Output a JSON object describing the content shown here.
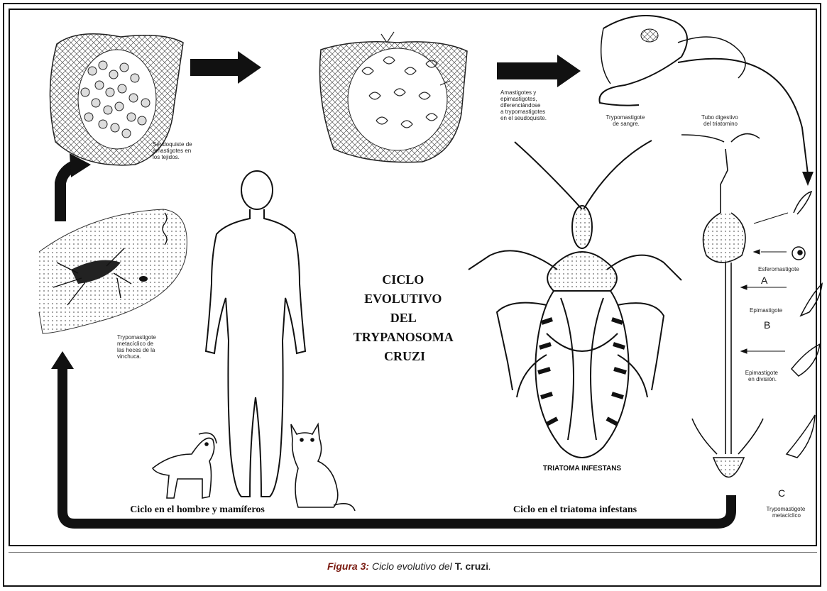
{
  "title_lines": [
    "CICLO",
    "EVOLUTIVO",
    "DEL",
    "TRYPANOSOMA",
    "CRUZI"
  ],
  "labels": {
    "seudoquiste": [
      "Seudoquiste de",
      "amastigotes en",
      "los tejidos."
    ],
    "amastigotes_diff": [
      "Amastigotes y",
      "epimastigotes,",
      "diferenciándose",
      "a trypomastigotes",
      "en el seudoquiste."
    ],
    "trypo_sangre": [
      "Trypomastigote",
      "de sangre."
    ],
    "tubo_digestivo": [
      "Tubo digestivo",
      "del triatomino"
    ],
    "trypo_heces": [
      "Trypomastigote",
      "metacíclico de",
      "las heces de la",
      "vinchuca."
    ],
    "esferomastigote": "Esferomastigote",
    "epimastigote": "Epimastigote",
    "epimastigote_div": [
      "Epimastigote",
      "en división."
    ],
    "trypo_metaciclico": [
      "Trypomastigote",
      "metacíclico"
    ],
    "triatoma": "TRIATOMA INFESTANS",
    "ciclo_hombre": "Ciclo en el hombre y mamíferos",
    "ciclo_triatoma": "Ciclo en el triatoma infestans",
    "stage_a": "A",
    "stage_b": "B",
    "stage_c": "C"
  },
  "caption": {
    "prefix": "Figura 3:",
    "middle": " Ciclo evolutivo del ",
    "species": "T. cruzi",
    "suffix": "."
  },
  "colors": {
    "ink": "#111111",
    "caption_accent": "#7a1a10"
  }
}
